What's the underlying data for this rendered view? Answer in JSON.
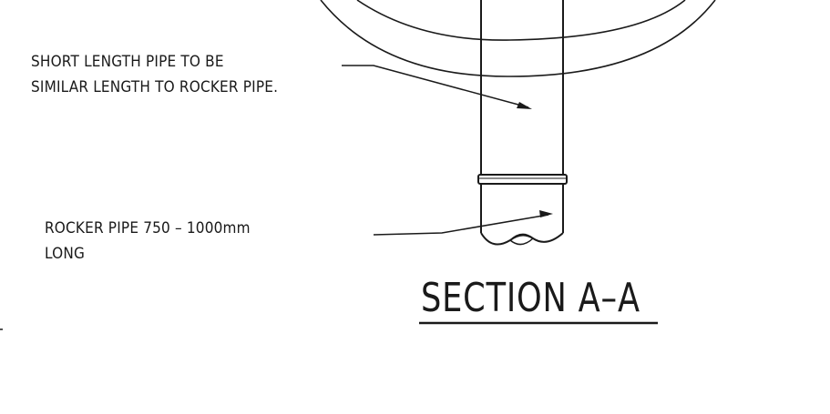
{
  "notes": {
    "short_pipe": {
      "line1": "SHORT LENGTH PIPE TO BE",
      "line2": "SIMILAR LENGTH TO ROCKER PIPE."
    },
    "rocker_pipe": {
      "line1": "ROCKER PIPE 750 – 1000mm",
      "line2": "LONG"
    }
  },
  "section_title": "SECTION A–A",
  "colors": {
    "ink": "#1a1a1a",
    "background": "#ffffff"
  }
}
